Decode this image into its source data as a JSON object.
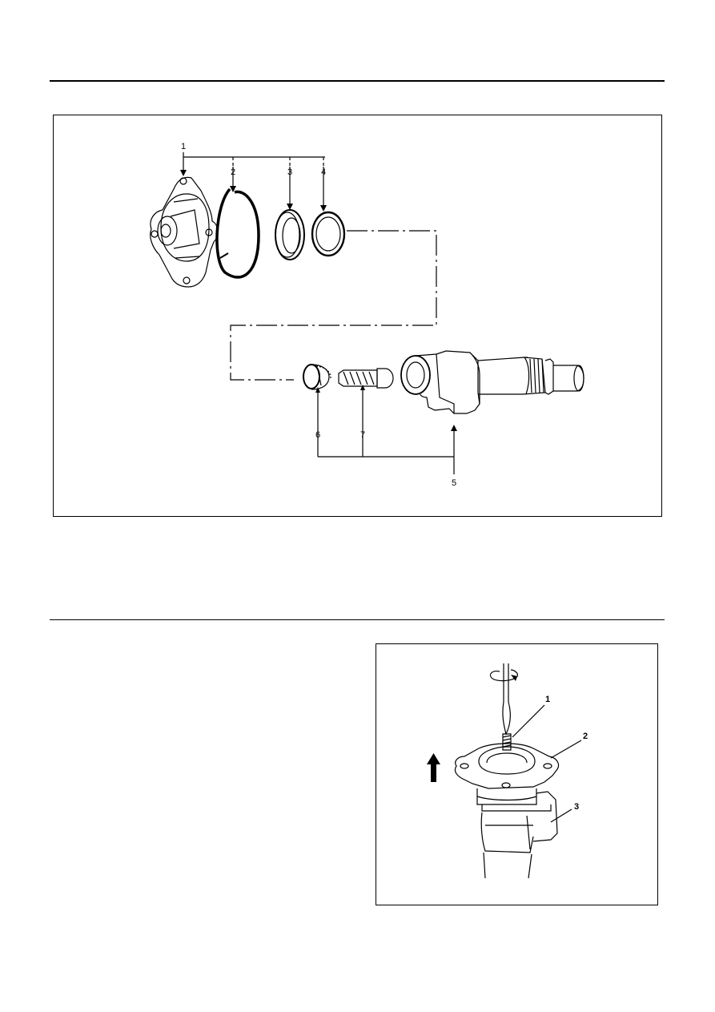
{
  "figure1": {
    "callouts": [
      "1",
      "2",
      "3",
      "4",
      "5",
      "6",
      "7"
    ]
  },
  "figure2": {
    "callouts": [
      "1",
      "2",
      "3"
    ]
  }
}
